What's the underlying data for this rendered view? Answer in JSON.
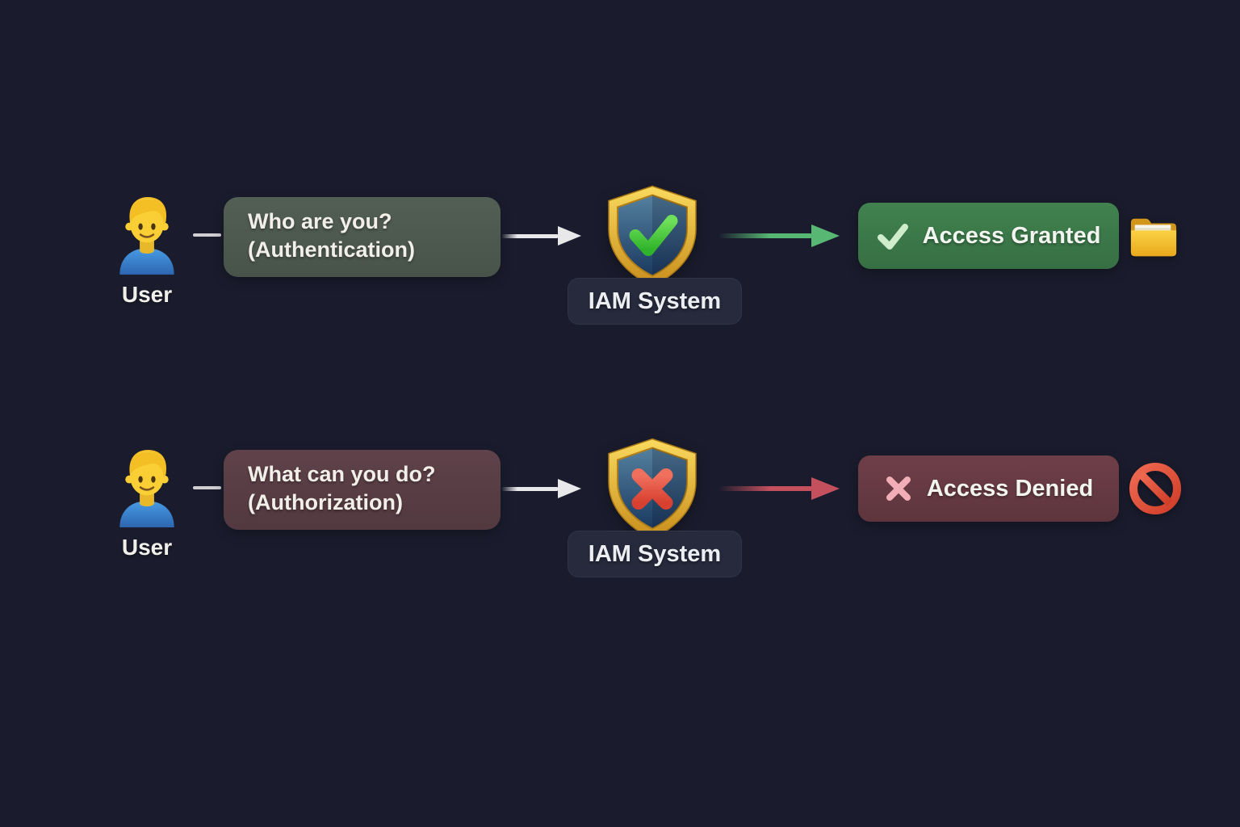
{
  "background_color": "#1a1c2d",
  "flows": [
    {
      "name": "authentication",
      "user_label": "User",
      "question_line1": "Who are you?",
      "question_line2": "(Authentication)",
      "system_label": "IAM System",
      "system_icon": "shield-check-icon",
      "result_label": "Access Granted",
      "result_icon": "check-icon",
      "object_icon": "folder-icon",
      "colors": {
        "question_bubble": "#4e5b51",
        "result_badge": "#3c7c4b",
        "result_arrow": "#58b873",
        "result_icon_color": "#cfeccb"
      }
    },
    {
      "name": "authorization",
      "user_label": "User",
      "question_line1": "What can you do?",
      "question_line2": "(Authorization)",
      "system_label": "IAM System",
      "system_icon": "shield-x-icon",
      "result_label": "Access Denied",
      "result_icon": "x-icon",
      "object_icon": "no-entry-icon",
      "colors": {
        "question_bubble": "#5b3e46",
        "result_badge": "#693b44",
        "result_arrow": "#c4505e",
        "result_icon_color": "#f2aeb6"
      }
    }
  ],
  "shared_colors": {
    "user_arrow": "#e8e8eb",
    "connector_line": "#cfcfd4",
    "shield_gold": "#e9b83a",
    "shield_blue": "#3c6a94",
    "shield_check_green": "#44c937",
    "shield_x_red": "#e2523f",
    "iam_label_bg": "#262a3c",
    "text": "#f2f0ea",
    "avatar_shirt_blue": "#3a84d2",
    "avatar_skin_yellow": "#f9cf35",
    "folder_yellow": "#f0b92c",
    "no_entry_red": "#e25a44"
  }
}
